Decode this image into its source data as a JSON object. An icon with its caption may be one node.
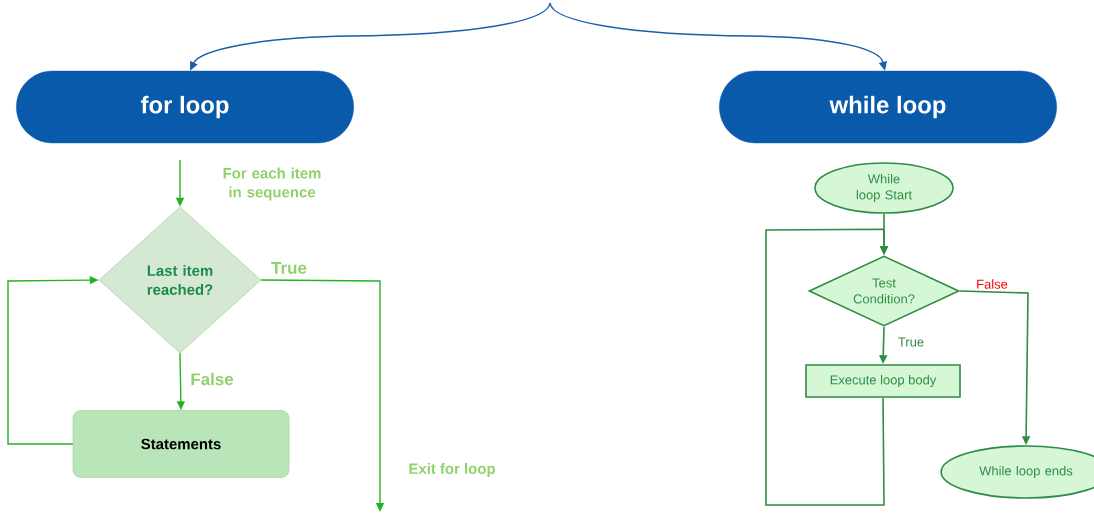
{
  "diagram": {
    "nodes": [
      {
        "text": [
          "for loop"
        ]
      },
      {
        "text": [
          "while loop"
        ]
      },
      {
        "text": [
          "Last item reached?"
        ]
      },
      {
        "text": [
          "Statements"
        ]
      },
      {
        "text": [
          "While loop Start"
        ]
      },
      {
        "text": [
          "Test Condition?"
        ]
      },
      {
        "text": [
          "Execute loop body"
        ]
      },
      {
        "text": [
          "While loop ends"
        ]
      }
    ],
    "edges": [
      {
        "from": null,
        "to": 0,
        "arrow": "to",
        "color": "#1a5fa8"
      },
      {
        "from": null,
        "to": 1,
        "arrow": "to",
        "color": "#1a5fa8"
      },
      {
        "from": null,
        "to": 2,
        "arrow": "to",
        "label": "For each item in sequence",
        "color": "#22b422"
      },
      {
        "from": 2,
        "to": 3,
        "arrow": "to",
        "label": "False",
        "color": "#22b422"
      },
      {
        "from": 3,
        "to": 2,
        "arrow": "to",
        "color": "#22b422"
      },
      {
        "from": 2,
        "to": null,
        "arrow": "to",
        "label": "True",
        "color": "#22b422"
      },
      {
        "from": 4,
        "to": 5,
        "arrow": "to",
        "color": "#2e8b45"
      },
      {
        "from": 5,
        "to": 6,
        "arrow": "to",
        "label": "True",
        "color": "#2e8b45"
      },
      {
        "from": 6,
        "to": 5,
        "arrow": "to",
        "color": "#2e8b45"
      },
      {
        "from": 5,
        "to": 7,
        "arrow": "to",
        "label": "False",
        "color": "#2e8b45"
      }
    ],
    "labels": [
      "Exit for loop"
    ]
  }
}
